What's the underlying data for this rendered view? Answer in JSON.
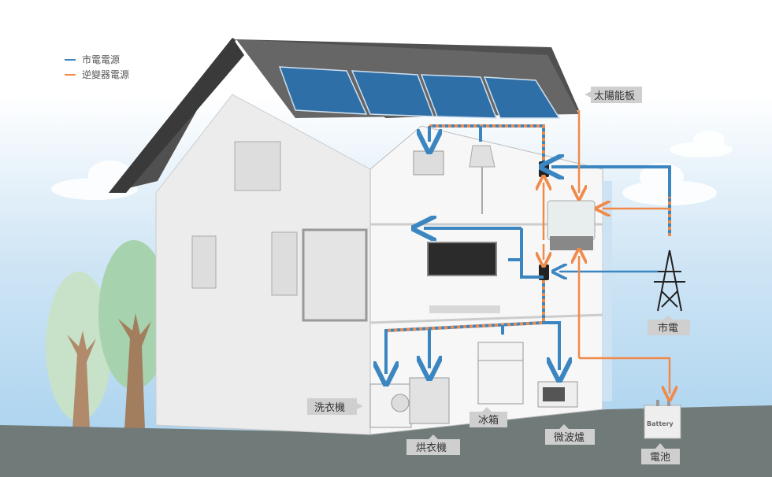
{
  "legend": [
    {
      "label": "市電電源",
      "color": "#3b86c0"
    },
    {
      "label": "逆變器電源",
      "color": "#f08a4b"
    }
  ],
  "labels": {
    "solar_panel": "太陽能板",
    "grid": "市電",
    "washer": "洗衣機",
    "dryer": "烘衣機",
    "fridge": "冰箱",
    "microwave": "微波爐",
    "battery": "電池",
    "battery_print": "Battery"
  },
  "colors": {
    "grid_line": "#3b86c0",
    "inverter_line": "#f08a4b",
    "ground": "#707b79",
    "roof": "#505050"
  }
}
